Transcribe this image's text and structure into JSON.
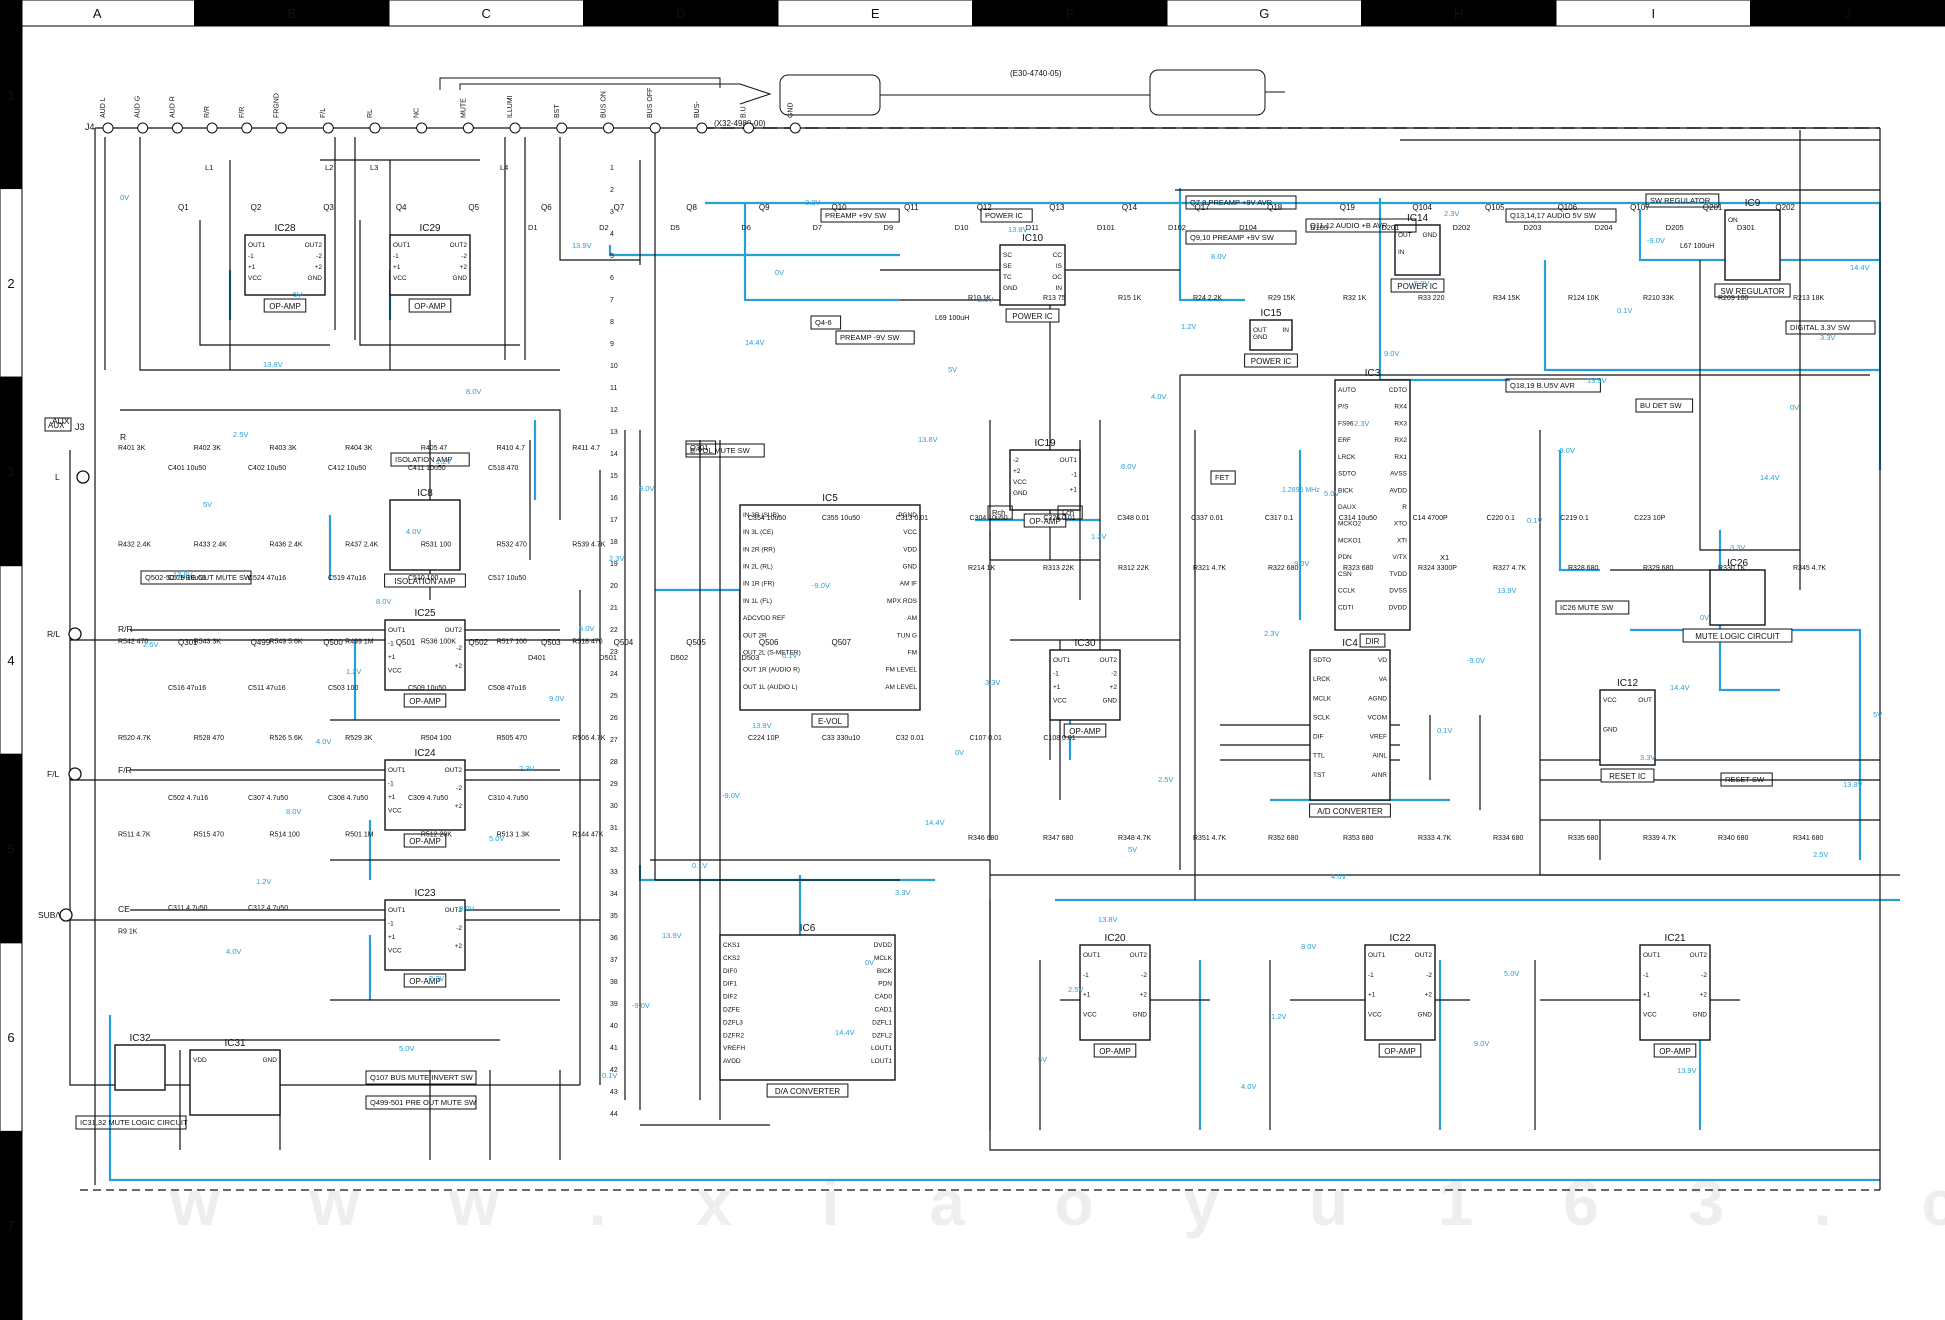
{
  "watermark": "w w w . x i a o y u 1 6 3 . c o m",
  "columns": [
    "A",
    "B",
    "C",
    "D",
    "E",
    "F",
    "G",
    "H",
    "I",
    "J"
  ],
  "rows": [
    "1",
    "2",
    "3",
    "4",
    "5",
    "6",
    "7"
  ],
  "top_refs": {
    "cable": "(E30-4740-05)",
    "connector": "(X32-4980-00)",
    "j4": "J4",
    "j3": "J3",
    "aux": "AUX"
  },
  "j4_pins": [
    "AUD L",
    "AUD G",
    "AUD R",
    "R/R",
    "F/R",
    "FRGND",
    "F/L",
    "RL",
    "NC",
    "MUTE",
    "ILLUMI",
    "BST",
    "BUS ON",
    "BUS OFF",
    "BUS-",
    "B.U",
    "GND"
  ],
  "ics": [
    {
      "id": "ic28",
      "name": "IC28",
      "label": "OP-AMP",
      "pins": [
        "OUT1",
        "-1",
        "+1",
        "VCC",
        "OUT2",
        "-2",
        "+2",
        "GND"
      ]
    },
    {
      "id": "ic29",
      "name": "IC29",
      "label": "OP-AMP",
      "pins": [
        "OUT1",
        "-1",
        "+1",
        "VCC",
        "OUT2",
        "-2",
        "+2",
        "GND"
      ]
    },
    {
      "id": "ic8",
      "name": "IC8",
      "label": "ISOLATION AMP",
      "pins": []
    },
    {
      "id": "ic25",
      "name": "IC25",
      "label": "OP-AMP",
      "pins": [
        "OUT1",
        "-1",
        "+1",
        "VCC",
        "OUT2",
        "-2",
        "+2"
      ]
    },
    {
      "id": "ic24",
      "name": "IC24",
      "label": "OP-AMP",
      "pins": [
        "OUT1",
        "-1",
        "+1",
        "VCC",
        "OUT2",
        "-2",
        "+2"
      ]
    },
    {
      "id": "ic23",
      "name": "IC23",
      "label": "OP-AMP",
      "pins": [
        "OUT1",
        "-1",
        "+1",
        "VCC",
        "OUT2",
        "-2",
        "+2"
      ]
    },
    {
      "id": "ic32",
      "name": "IC32",
      "label": "",
      "pins": []
    },
    {
      "id": "ic31",
      "name": "IC31",
      "label": "",
      "pins": [
        "VDD",
        "GND"
      ]
    },
    {
      "id": "ic5",
      "name": "IC5",
      "label": "E-VOL",
      "pins": [
        "IN 3R (SUB)",
        "IN 3L (CE)",
        "IN 2R (RR)",
        "IN 2L (RL)",
        "IN 1R (FR)",
        "IN 1L (FL)",
        "ADCVDD REF",
        "OUT 2R",
        "OUT 2L (S-METER)",
        "OUT 1R (AUDIO R)",
        "OUT 1L (AUDIO L)",
        "PGND",
        "VCC",
        "VDD",
        "GND",
        "AM IF",
        "MPX ROS",
        "AM",
        "TUN G",
        "FM",
        "FM LEVEL",
        "AM LEVEL"
      ]
    },
    {
      "id": "ic10",
      "name": "IC10",
      "label": "POWER IC",
      "pins": [
        "SC",
        "SE",
        "TC",
        "GND",
        "CC",
        "IS",
        "OC",
        "IN"
      ]
    },
    {
      "id": "ic19",
      "name": "IC19",
      "label": "OP-AMP",
      "pins": [
        "-2",
        "+2",
        "VCC",
        "GND",
        "OUT1",
        "-1",
        "+1"
      ]
    },
    {
      "id": "ic30",
      "name": "IC30",
      "label": "OP-AMP",
      "pins": [
        "OUT1",
        "-1",
        "+1",
        "VCC",
        "OUT2",
        "-2",
        "+2",
        "GND"
      ]
    },
    {
      "id": "ic15",
      "name": "IC15",
      "label": "POWER IC",
      "pins": [
        "OUT",
        "GND",
        "IN"
      ]
    },
    {
      "id": "ic14",
      "name": "IC14",
      "label": "POWER IC",
      "pins": [
        "OUT",
        "IN",
        "GND"
      ]
    },
    {
      "id": "ic9",
      "name": "IC9",
      "label": "SW REGULATOR",
      "pins": [
        "ON"
      ]
    },
    {
      "id": "ic3",
      "name": "IC3",
      "label": "DIR",
      "pins": [
        "AUTO",
        "P/S",
        "FS96",
        "ERF",
        "LRCK",
        "SDTO",
        "BICK",
        "DAUX",
        "MCKO2",
        "MCKO1",
        "PDN",
        "CSN",
        "CCLK",
        "CDTI",
        "CDTO",
        "RX4",
        "RX3",
        "RX2",
        "RX1",
        "AVSS",
        "AVDD",
        "R",
        "XTO",
        "XTI",
        "V/TX",
        "TVDD",
        "DVSS",
        "DVDD"
      ]
    },
    {
      "id": "ic4",
      "name": "IC4",
      "label": "A/D CONVERTER",
      "pins": [
        "SDTO",
        "LRCK",
        "MCLK",
        "SCLK",
        "DIF",
        "TTL",
        "TST",
        "VD",
        "VA",
        "AGND",
        "VCOM",
        "VREF",
        "AINL",
        "AINR"
      ]
    },
    {
      "id": "ic26",
      "name": "IC26",
      "label": "MUTE LOGIC CIRCUIT",
      "pins": []
    },
    {
      "id": "ic12",
      "name": "IC12",
      "label": "RESET IC",
      "pins": [
        "VCC",
        "GND",
        "OUT"
      ]
    },
    {
      "id": "ic6",
      "name": "IC6",
      "label": "D/A CONVERTER",
      "pins": [
        "CKS1",
        "CKS2",
        "DIF0",
        "DIF1",
        "DIF2",
        "DZFE",
        "DZFL3",
        "DZFR2",
        "VREFH",
        "AVDD",
        "DVDD",
        "MCLK",
        "BICK",
        "PDN",
        "CAD0",
        "CAD1",
        "DZFL1",
        "DZFL2",
        "LOUT1",
        "LOUT1"
      ]
    },
    {
      "id": "ic20",
      "name": "IC20",
      "label": "OP-AMP",
      "pins": [
        "OUT1",
        "-1",
        "+1",
        "VCC",
        "OUT2",
        "-2",
        "+2",
        "GND"
      ]
    },
    {
      "id": "ic22",
      "name": "IC22",
      "label": "OP-AMP",
      "pins": [
        "OUT1",
        "-1",
        "+1",
        "VCC",
        "OUT2",
        "-2",
        "+2",
        "GND"
      ]
    },
    {
      "id": "ic21",
      "name": "IC21",
      "label": "OP-AMP",
      "pins": [
        "OUT1",
        "-1",
        "+1",
        "VCC",
        "OUT2",
        "-2",
        "+2",
        "GND"
      ]
    }
  ],
  "function_labels": [
    "PREAMP +9V SW",
    "PREAMP -9V SW",
    "Q4-6",
    "POWER IC",
    "Q7,8 PREAMP +9V AVR",
    "Q9,10 PREAMP +9V SW",
    "Q11,12 AUDIO +B AVR",
    "Q13,14,17 AUDIO 5V SW",
    "SW REGULATOR",
    "DIGITAL 3.3V SW",
    "Q18,19 B.U5V AVR",
    "BU DET SW",
    "ISOLATION AMP",
    "Q502-507 PRE OUT MUTE SW",
    "E-VOL MUTE SW",
    "Q301",
    "Rch",
    "Lch",
    "IC26 MUTE SW",
    "RESET SW",
    "Q107 BUS MUTE INVERT SW",
    "Q499-501 PRE OUT MUTE SW",
    "IC31,32 MUTE LOGIC CIRCUIT",
    "FET"
  ],
  "inputs": [
    "AUX",
    "L",
    "R",
    "R/L",
    "R/R",
    "F/L",
    "F/R",
    "SUB/W",
    "CE"
  ],
  "transistors": [
    "Q1",
    "Q2",
    "Q3",
    "Q4",
    "Q5",
    "Q6",
    "Q7",
    "Q8",
    "Q9",
    "Q10",
    "Q11",
    "Q12",
    "Q13",
    "Q14",
    "Q17",
    "Q18",
    "Q19",
    "Q104",
    "Q105",
    "Q106",
    "Q107",
    "Q201",
    "Q202",
    "Q301",
    "Q499",
    "Q500",
    "Q501",
    "Q502",
    "Q503",
    "Q504",
    "Q505",
    "Q506",
    "Q507"
  ],
  "diodes": [
    "D1",
    "D2",
    "D5",
    "D6",
    "D7",
    "D9",
    "D10",
    "D11",
    "D101",
    "D102",
    "D104",
    "D105",
    "D201",
    "D202",
    "D203",
    "D204",
    "D205",
    "D301",
    "D401",
    "D501",
    "D502",
    "D503"
  ],
  "resistors": [
    "R401 3K",
    "R402 3K",
    "R403 3K",
    "R404 3K",
    "R405 47",
    "R410 4.7",
    "R411 4.7",
    "R432 2.4K",
    "R433 2.4K",
    "R436 2.4K",
    "R437 2.4K",
    "R531 100",
    "R532 470",
    "R539 4.7K",
    "R542 470",
    "R543 3K",
    "R549 5.6K",
    "R499 1M",
    "R536 100K",
    "R517 100",
    "R518 470",
    "R520 4.7K",
    "R528 470",
    "R526 5.6K",
    "R529 3K",
    "R504 100",
    "R505 470",
    "R506 4.7K",
    "R511 4.7K",
    "R515 470",
    "R514 100",
    "R501 1M",
    "R512 20K",
    "R513 1.3K",
    "R144 47K",
    "R9 1K",
    "R10 1K",
    "R13 75",
    "R15 1K",
    "R24 2.2K",
    "R29 15K",
    "R32 1K",
    "R33 220",
    "R34 15K",
    "R124 10K",
    "R210 33K",
    "R209 100",
    "R213 18K",
    "R214 1K",
    "R313 22K",
    "R312 22K",
    "R321 4.7K",
    "R322 680",
    "R323 680",
    "R324 3300P",
    "R327 4.7K",
    "R328 680",
    "R329 680",
    "R330 1K",
    "R345 4.7K",
    "R346 680",
    "R347 680",
    "R348 4.7K",
    "R351 4.7K",
    "R352 680",
    "R353 680",
    "R333 4.7K",
    "R334 680",
    "R335 680",
    "R339 4.7K",
    "R340 680",
    "R341 680"
  ],
  "capacitors": [
    "C401 10u50",
    "C402 10u50",
    "C412 10u50",
    "C411 10u50",
    "C518 470",
    "C525 10u50",
    "C524 47u16",
    "C519 47u16",
    "C510 100",
    "C517 10u50",
    "C516 47u16",
    "C511 47u16",
    "C503 100",
    "C509 10u50",
    "C508 47u16",
    "C502 4.7u16",
    "C307 4.7u50",
    "C308 4.7u50",
    "C309 4.7u50",
    "C310 4.7u50",
    "C311 4.7u50",
    "C312 4.7u50",
    "C354 10u50",
    "C355 10u50",
    "C313 0.01",
    "C304 10u50",
    "C326 0.01",
    "C348 0.01",
    "C337 0.01",
    "C317 0.1",
    "C314 10u50",
    "C14 4700P",
    "C220 0.1",
    "C219 0.1",
    "C223 10P",
    "C224 10P",
    "C33 330u10",
    "C32 0.01",
    "C107 0.01",
    "C108 0.01"
  ],
  "voltages": [
    "0V",
    "5V",
    "8.0V",
    "9.0V",
    "-9.0V",
    "3.3V",
    "2.5V",
    "4.0V",
    "5.0V",
    "13.9V",
    "14.4V",
    "13.8V",
    "1.2V",
    "2.3V",
    "0.1V"
  ],
  "net_numbers": [
    "1",
    "2",
    "3",
    "4",
    "5",
    "6",
    "7",
    "8",
    "9",
    "10",
    "11",
    "12",
    "13",
    "14",
    "15",
    "16",
    "17",
    "18",
    "19",
    "20",
    "21",
    "22",
    "23",
    "24",
    "25",
    "26",
    "27",
    "28",
    "29",
    "30",
    "31",
    "32",
    "33",
    "34",
    "35",
    "36",
    "37",
    "38",
    "39",
    "40",
    "41",
    "42",
    "43",
    "44"
  ],
  "other_text": {
    "c6": "1.2896 MHz",
    "x1": "X1",
    "l1": "L1",
    "l2": "L2",
    "l3": "L3",
    "l4": "L4",
    "l67": "L67 100uH",
    "l69": "L69 100uH"
  },
  "colors": {
    "blue_trace": "#2a9fd6",
    "ink": "#111111",
    "ruler_bg": "#000000",
    "ruler_fg": "#ffffff",
    "watermark": "#eeeeee"
  }
}
